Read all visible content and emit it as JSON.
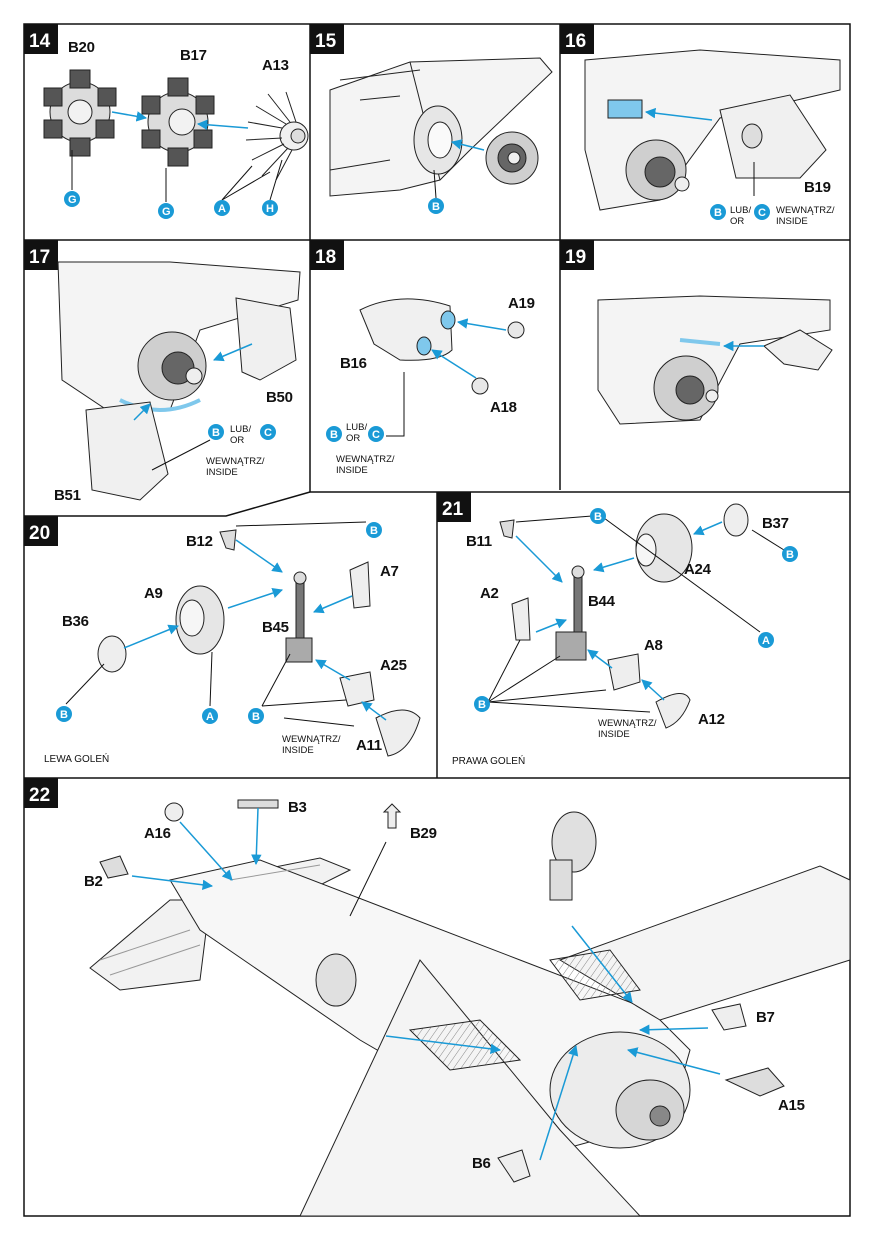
{
  "steps": [
    {
      "number": "14",
      "labels": [
        "B20",
        "B17",
        "A13"
      ],
      "markers": [
        "G",
        "G",
        "A",
        "H"
      ]
    },
    {
      "number": "15",
      "labels": [],
      "markers": [
        "B"
      ]
    },
    {
      "number": "16",
      "labels": [
        "B19"
      ],
      "markers": [
        "B",
        "C"
      ],
      "or_text": "LUB/\nOR",
      "inside_text": "WEWNĄTRZ/\nINSIDE"
    },
    {
      "number": "17",
      "labels": [
        "B50",
        "B51"
      ],
      "markers": [
        "B",
        "C"
      ],
      "or_text": "LUB/\nOR",
      "inside_text": "WEWNĄTRZ/\nINSIDE"
    },
    {
      "number": "18",
      "labels": [
        "A19",
        "B16",
        "A18"
      ],
      "markers": [
        "B",
        "C"
      ],
      "or_text": "LUB/\nOR",
      "inside_text": "WEWNĄTRZ/\nINSIDE"
    },
    {
      "number": "19",
      "labels": [],
      "markers": []
    },
    {
      "number": "20",
      "labels": [
        "B12",
        "A7",
        "A9",
        "B36",
        "B45",
        "A25",
        "A11"
      ],
      "markers": [
        "B",
        "B",
        "A",
        "B"
      ],
      "inside_text": "WEWNĄTRZ/\nINSIDE",
      "caption": "LEWA GOLEŃ"
    },
    {
      "number": "21",
      "labels": [
        "B11",
        "B37",
        "A2",
        "B44",
        "A24",
        "A8",
        "A12"
      ],
      "markers": [
        "B",
        "B",
        "A",
        "B"
      ],
      "inside_text": "WEWNĄTRZ/\nINSIDE",
      "caption": "PRAWA GOLEŃ"
    },
    {
      "number": "22",
      "labels": [
        "B3",
        "A16",
        "B29",
        "B2",
        "B7",
        "A15",
        "B6"
      ],
      "markers": []
    }
  ],
  "colors": {
    "marker": "#1a9ad6",
    "arrow": "#1a9ad6",
    "highlight": "#7fc8ec",
    "line": "#111111"
  },
  "icons": {
    "marker": "circle-letter-icon",
    "arrow": "blue-arrow-icon"
  }
}
